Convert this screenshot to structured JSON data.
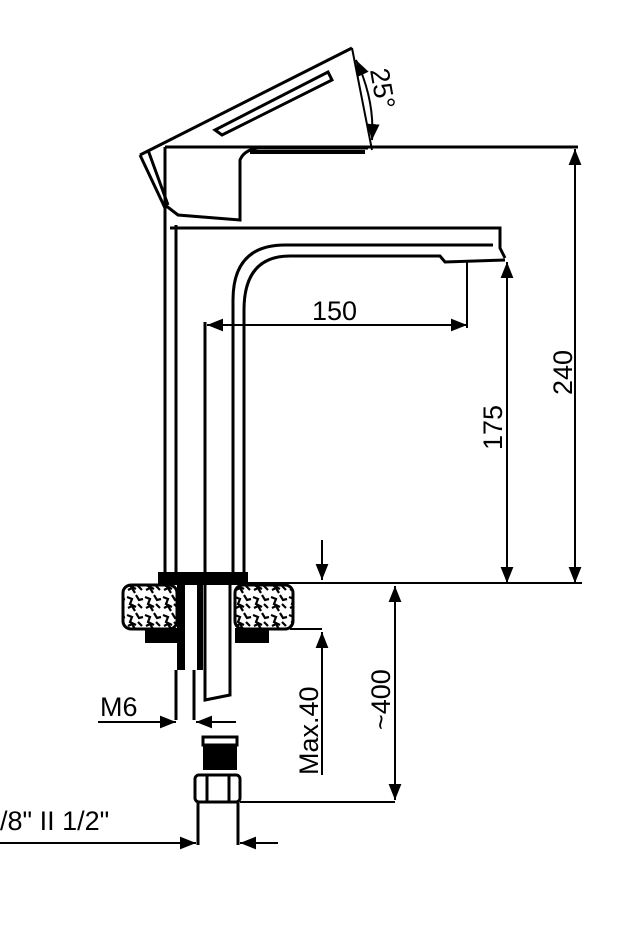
{
  "drawing": {
    "subject": "single-lever basin mixer tap, side elevation",
    "colors": {
      "line": "#000000",
      "background": "#ffffff"
    },
    "dimensions": {
      "lever_angle": "25°",
      "spout_reach": "150",
      "spout_height": "175",
      "total_height": "240",
      "max_deck_thickness": "Max.40",
      "hose_length": "~400",
      "stud_thread": "M6",
      "connection_thread": "/8\" II 1/2\""
    }
  }
}
